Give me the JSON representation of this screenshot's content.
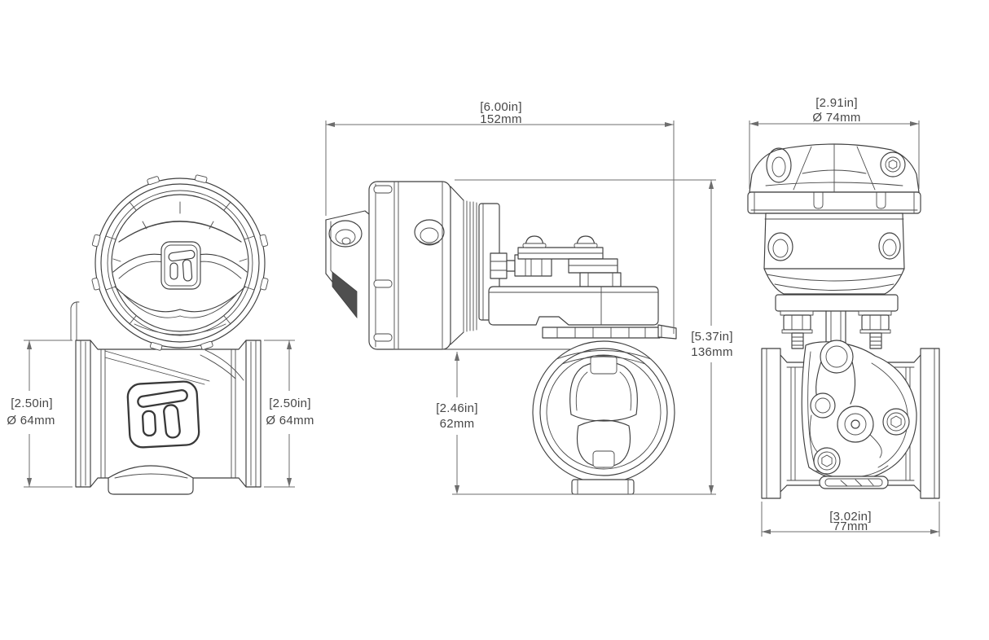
{
  "drawing": {
    "title": "wastegate-three-view-dimension-drawing",
    "dimensions": {
      "front_left": {
        "imperial": "[2.50in]",
        "metric": "Ø 64mm"
      },
      "front_right": {
        "imperial": "[2.50in]",
        "metric": "Ø 64mm"
      },
      "side_width": {
        "imperial": "[6.00in]",
        "metric": "152mm"
      },
      "side_bore": {
        "imperial": "[2.46in]",
        "metric": "62mm"
      },
      "side_height": {
        "imperial": "[5.37in]",
        "metric": "136mm"
      },
      "rear_cap_diameter": {
        "imperial": "[2.91in]",
        "metric": "Ø 74mm"
      },
      "rear_flange_width": {
        "imperial": "[3.02in]",
        "metric": "77mm"
      }
    },
    "icons": {
      "cap_logo": "turbosmart-t-logo",
      "tube_logo": "turbosmart-t-logo"
    },
    "colors": {
      "background": "#ffffff",
      "part_line": "#3f3f3f",
      "dimension_line": "#6d6d6d",
      "dimension_text": "#474747"
    }
  }
}
